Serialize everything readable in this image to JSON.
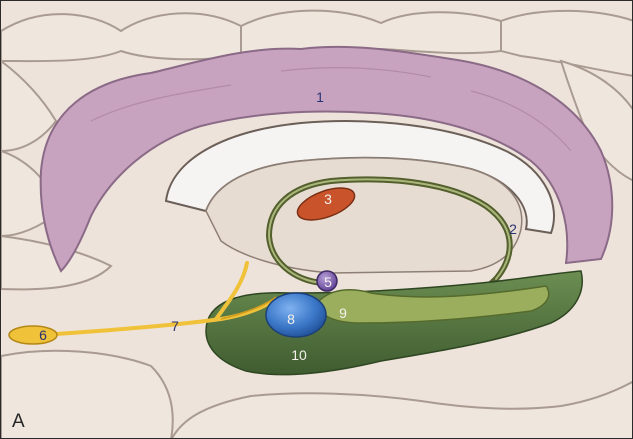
{
  "figure": {
    "panel_letter": "A",
    "labels": [
      "1",
      "2",
      "3",
      "5",
      "6",
      "7",
      "8",
      "9",
      "10"
    ]
  },
  "colors": {
    "background": "#efe9e2",
    "gyri": "#ede3da",
    "sulcus": "#a99b91",
    "cingulate_gyrus": "#c8a3c0",
    "fornix": "#53602e",
    "fornix_light": "#aab67a",
    "parahippocampal": "#4f6f3c",
    "olfactory": "#f0c23a",
    "amygdala": "#3c78c8",
    "mammillary": "#7a5aa8",
    "anterior_thalamic": "#c9542c",
    "corpus_callosum": "#f6f4f2",
    "label_text": "#2b3270"
  }
}
